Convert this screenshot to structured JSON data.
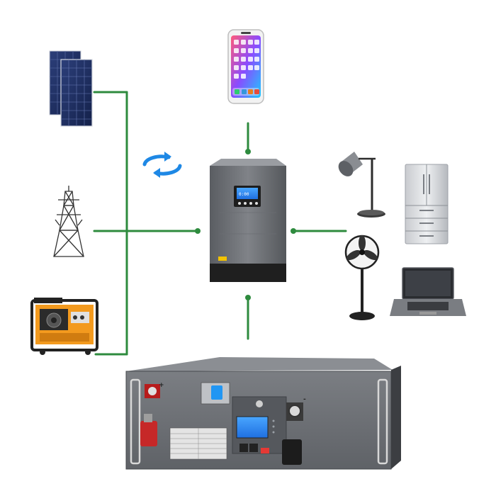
{
  "diagram": {
    "line_color": "#2e8b3e",
    "arrow_color": "#1e88e5",
    "nodes": [
      {
        "id": "solar-panels",
        "icon": "solar-panel-icon"
      },
      {
        "id": "transmission-tower",
        "icon": "power-tower-icon"
      },
      {
        "id": "generator",
        "icon": "generator-icon"
      },
      {
        "id": "smartphone",
        "icon": "smartphone-icon"
      },
      {
        "id": "inverter",
        "icon": "inverter-icon"
      },
      {
        "id": "desk-lamp",
        "icon": "lamp-icon"
      },
      {
        "id": "refrigerator",
        "icon": "fridge-icon"
      },
      {
        "id": "standing-fan",
        "icon": "fan-icon"
      },
      {
        "id": "laptop",
        "icon": "laptop-icon"
      },
      {
        "id": "rack-battery",
        "icon": "battery-icon"
      }
    ],
    "battery": {
      "positive_label": "+",
      "negative_label": "-"
    }
  }
}
